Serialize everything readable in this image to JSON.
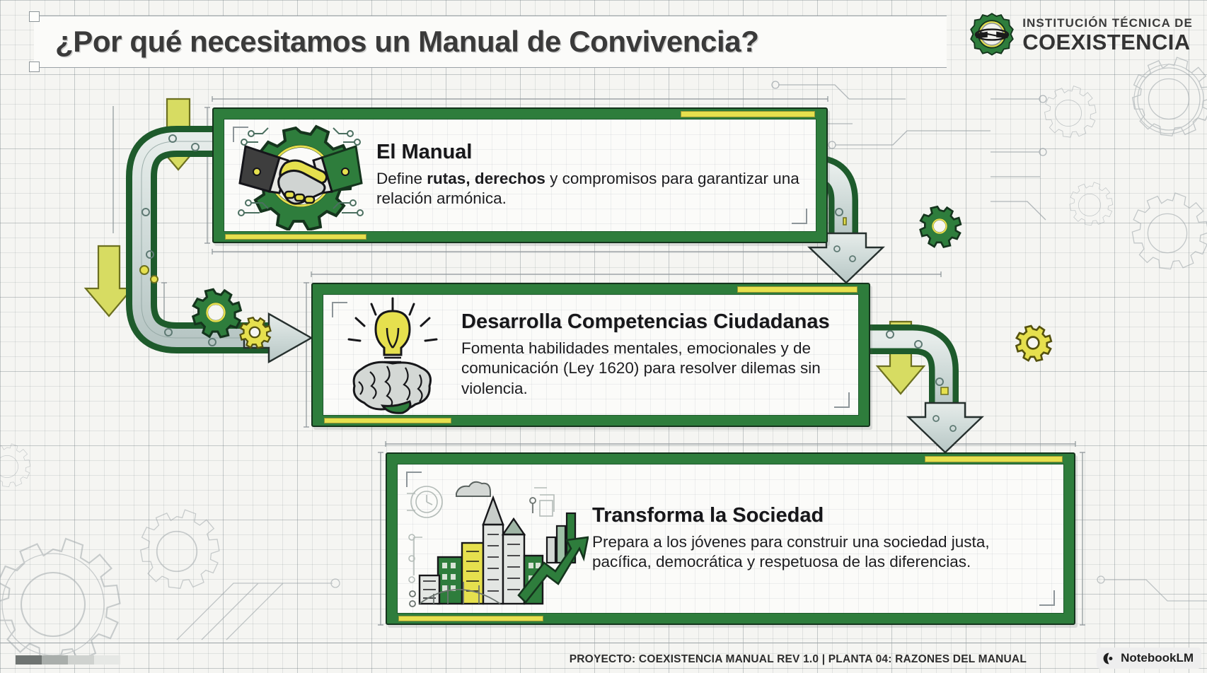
{
  "header": {
    "title": "¿Por qué necesitamos un Manual de Convivencia?",
    "brand_line1": "INSTITUCIÓN TÉCNICA DE",
    "brand_line2": "COEXISTENCIA",
    "logo_icon": "gear-handshake-logo-icon"
  },
  "cards": [
    {
      "id": "el-manual",
      "icon": "handshake-gear-icon",
      "heading": "El Manual",
      "body_parts": [
        {
          "text": "Define ",
          "bold": false
        },
        {
          "text": "rutas, derechos",
          "bold": true
        },
        {
          "text": " y compromisos para garantizar una relación armónica.",
          "bold": false
        }
      ],
      "body_plain": "Define rutas, derechos y compromisos para garantizar una relación armónica."
    },
    {
      "id": "competencias-ciudadanas",
      "icon": "lightbulb-brain-icon",
      "heading": "Desarrolla Competencias Ciudadanas",
      "body_parts": [
        {
          "text": "Fomenta habilidades mentales, emocionales y de comunicación (Ley 1620) para resolver dilemas sin violencia.",
          "bold": false
        }
      ],
      "body_plain": "Fomenta habilidades mentales, emocionales y de comunicación (Ley 1620) para resolver dilemas sin violencia."
    },
    {
      "id": "transforma-sociedad",
      "icon": "city-growth-chart-icon",
      "heading": "Transforma la Sociedad",
      "body_parts": [
        {
          "text": "Prepara a los jóvenes para construir una sociedad justa, pacífica, democrática y respetuosa de las diferencias.",
          "bold": false
        }
      ],
      "body_plain": "Prepara a los jóvenes para construir una sociedad justa, pacífica, democrática y respetuosa de las diferencias."
    }
  ],
  "footer": {
    "caption": "PROYECTO: COEXISTENCIA MANUAL REV 1.0 | PLANTA 04: RAZONES DEL MANUAL",
    "badge_label": "NotebookLM",
    "badge_icon": "notebooklm-icon",
    "progress_segments": [
      "#6f7472",
      "#a9aeab",
      "#cfd2cf",
      "#e6e8e5"
    ]
  },
  "colors": {
    "green_dark": "#15341d",
    "green": "#2e7d3c",
    "yellow": "#e6e04e",
    "paper": "#f5f5f2",
    "ink": "#17171a",
    "blueprint_line": "#8d9599"
  },
  "decor": {
    "down_arrows": [
      "arrow-down-yellow-1",
      "arrow-down-yellow-2",
      "arrow-down-yellow-3"
    ],
    "flow_arrows": [
      "arrow-right-circuit",
      "arrow-down-circuit-1",
      "arrow-down-circuit-2"
    ],
    "gears": [
      "gear-green-1",
      "gear-yellow-1",
      "gear-green-2",
      "gear-yellow-2"
    ]
  }
}
